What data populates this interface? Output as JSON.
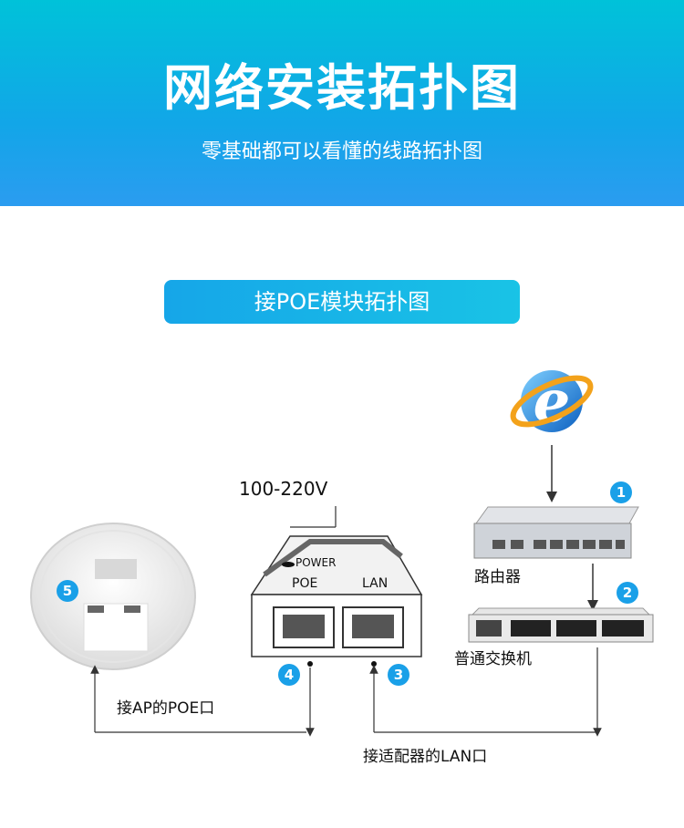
{
  "header": {
    "title": "网络安装拓扑图",
    "subtitle": "零基础都可以看懂的线路拓扑图"
  },
  "section_title": "接POE模块拓扑图",
  "voltage": "100-220V",
  "poe_box": {
    "power_label": "POWER",
    "port_poe": "POE",
    "port_lan": "LAN"
  },
  "devices": {
    "router": "路由器",
    "switch": "普通交换机"
  },
  "connections": {
    "ap_poe": "接AP的POE口",
    "adapter_lan": "接适配器的LAN口"
  },
  "steps": [
    "1",
    "2",
    "3",
    "4",
    "5"
  ],
  "colors": {
    "banner_top": "#00c2d9",
    "banner_bottom": "#2b9cf0",
    "badge": "#1aa0e8"
  },
  "icons": [
    "internet-explorer-icon"
  ]
}
